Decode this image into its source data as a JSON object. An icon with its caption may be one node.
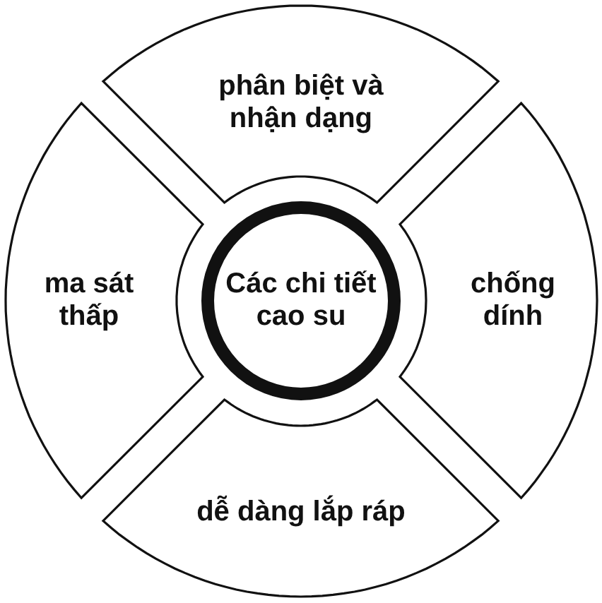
{
  "diagram": {
    "nodes": [
      {
        "text": [
          "phân biệt và nhận dạng"
        ]
      },
      {
        "text": [
          "ma sát thấp"
        ]
      },
      {
        "text": [
          "Các chi tiết cao su"
        ]
      },
      {
        "text": [
          "chống dính"
        ]
      },
      {
        "text": [
          "dễ dàng lắp ráp"
        ]
      }
    ]
  }
}
